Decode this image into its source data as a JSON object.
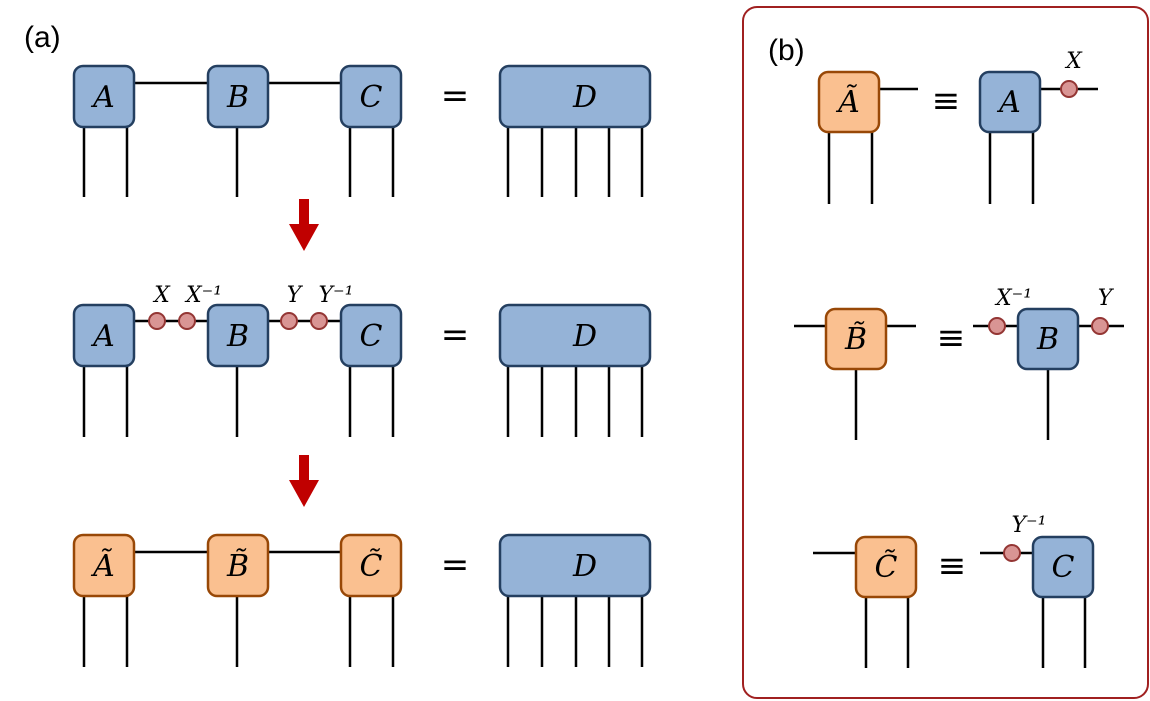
{
  "panel_a": {
    "label": "(a)",
    "row1": {
      "tensors": [
        "A",
        "B",
        "C"
      ],
      "equals": "=",
      "result": "D"
    },
    "arrow1": "down-arrow",
    "row2": {
      "tensors": [
        "A",
        "B",
        "C"
      ],
      "gauges": [
        "X",
        "X⁻¹",
        "Y",
        "Y⁻¹"
      ],
      "equals": "=",
      "result": "D"
    },
    "arrow2": "down-arrow",
    "row3": {
      "tensors": [
        "Ã",
        "B̃",
        "C̃"
      ],
      "equals": "=",
      "result": "D"
    }
  },
  "panel_b": {
    "label": "(b)",
    "rows": [
      {
        "lhs": "Ã",
        "equiv": "≡",
        "rhs": "A",
        "gauges": [
          "X"
        ]
      },
      {
        "lhs": "B̃",
        "equiv": "≡",
        "rhs": "B",
        "gauges": [
          "X⁻¹",
          "Y"
        ]
      },
      {
        "lhs": "C̃",
        "equiv": "≡",
        "rhs": "C",
        "gauges": [
          "Y⁻¹"
        ]
      }
    ]
  },
  "colors": {
    "original_tensor": "#95b3d7",
    "transformed_tensor": "#fac090",
    "gauge_matrix": "#d99594",
    "arrow": "#c00000",
    "panel_border": "#a02020"
  }
}
